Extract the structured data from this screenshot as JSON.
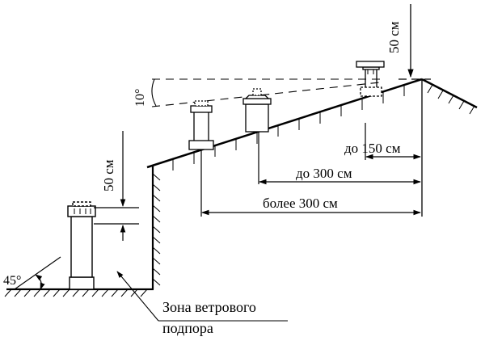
{
  "labels": {
    "top_height": "50 см",
    "left_height": "50 см",
    "angle_small": "10°",
    "angle_ground": "45°",
    "dist_150": "до 150 см",
    "dist_300": "до 300 см",
    "dist_over_300": "более 300 см",
    "zone_line1": "Зона ветрового",
    "zone_line2": "подпора"
  },
  "colors": {
    "ink": "#000000",
    "background": "#ffffff"
  }
}
